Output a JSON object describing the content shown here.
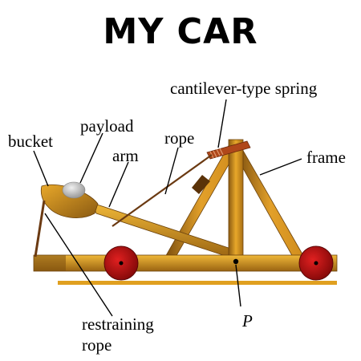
{
  "title": "MY CAR",
  "labels": {
    "spring": "cantilever-type spring",
    "payload": "payload",
    "bucket": "bucket",
    "rope": "rope",
    "arm": "arm",
    "frame": "frame",
    "restraining_line1": "restraining",
    "restraining_line2": "rope",
    "pivot": "P"
  },
  "colors": {
    "wood_dark": "#8a5a12",
    "wood_mid": "#c88a1c",
    "wood_light": "#e8a82a",
    "wheel": "#c81414",
    "wheel_dark": "#7a0808",
    "spring": "#b0481a",
    "rope": "#6b3a12",
    "payload": "#c8c8c8",
    "ground": "#e0a020"
  }
}
